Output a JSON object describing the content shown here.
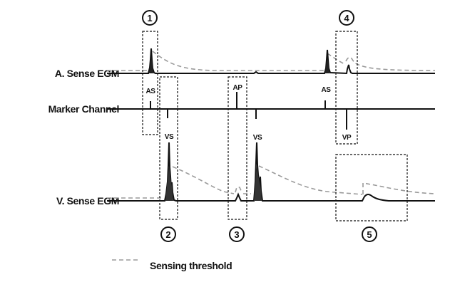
{
  "diagram": {
    "rows": {
      "atrial": "A. Sense EGM",
      "marker": "Marker Channel",
      "ventricular": "V. Sense EGM"
    },
    "markers": [
      {
        "label": "AS",
        "channel": "atrial",
        "kind": "sensed"
      },
      {
        "label": "VS",
        "channel": "ventricular",
        "kind": "sensed"
      },
      {
        "label": "AP",
        "channel": "atrial",
        "kind": "paced"
      },
      {
        "label": "VS",
        "channel": "ventricular",
        "kind": "sensed"
      },
      {
        "label": "AS",
        "channel": "atrial",
        "kind": "sensed"
      },
      {
        "label": "VP",
        "channel": "ventricular",
        "kind": "paced"
      }
    ],
    "callouts": [
      "1",
      "2",
      "3",
      "4",
      "5"
    ],
    "legend": {
      "threshold_label": "Sensing threshold"
    },
    "colors": {
      "signal": "#111111",
      "threshold": "#9a9a9a",
      "box": "#111111"
    }
  }
}
